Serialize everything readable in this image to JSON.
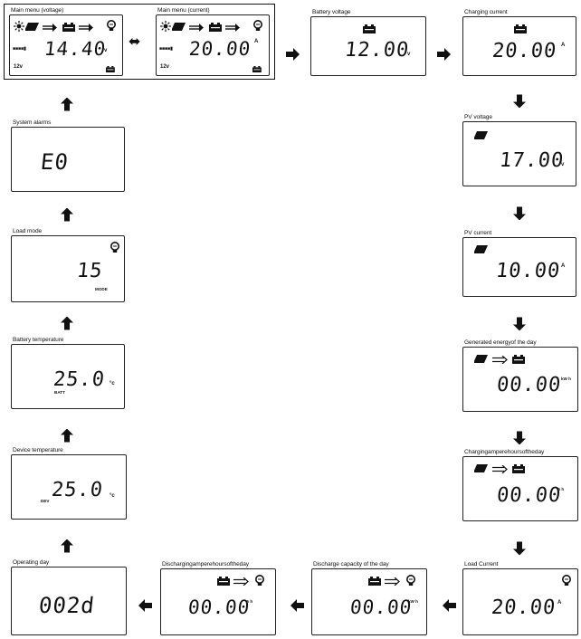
{
  "panels": {
    "main_voltage": {
      "title": "Main menu (voltage)",
      "value": "14.40",
      "unit": "v",
      "battery_label": "12v"
    },
    "main_current": {
      "title": "Main menu (current)",
      "value": "20.00",
      "unit": "A",
      "battery_label": "12v"
    },
    "battery_voltage": {
      "title": "Battery voltage",
      "value": "12.00",
      "unit": "v"
    },
    "charging_current": {
      "title": "Charging current",
      "value": "20.00",
      "unit": "A"
    },
    "pv_voltage": {
      "title": "PV voltage",
      "value": "17.00",
      "unit": "v"
    },
    "pv_current": {
      "title": "PV current",
      "value": "10.00",
      "unit": "A"
    },
    "generated_energy": {
      "title": "Generated energyof the day",
      "value": "00.00",
      "unit": "kW h"
    },
    "charging_ah": {
      "title": "Chargingamperehoursoftheday",
      "value": "00.00",
      "unit": "A h"
    },
    "load_current": {
      "title": "Load Current",
      "value": "20.00",
      "unit": "A"
    },
    "discharge_capacity": {
      "title": "Discharge capacity of the day",
      "value": "00.00",
      "unit": "kW h"
    },
    "discharging_ah": {
      "title": "Dischargingamperehoursoftheday",
      "value": "00.00",
      "unit": "A h"
    },
    "operating_day": {
      "title": "Operating day",
      "value": "002d"
    },
    "device_temperature": {
      "title": "Device temperature",
      "value": "25.0",
      "unit": "°c",
      "sub_label": "DEV"
    },
    "battery_temperature": {
      "title": "Battery temperature",
      "value": "25.0",
      "unit": "°c",
      "sub_label": "BATT"
    },
    "load_mode": {
      "title": "Load mode",
      "value": "15",
      "sub_label": "MODE"
    },
    "system_alarms": {
      "title": "System alarms",
      "value": "E0"
    }
  },
  "icons": [
    "sun-icon",
    "solar-panel-icon",
    "flow-arrow-icon",
    "battery-icon",
    "bulb-icon",
    "double-arrow-icon",
    "arrow-right-icon",
    "arrow-down-icon",
    "arrow-left-icon",
    "arrow-up-icon"
  ]
}
